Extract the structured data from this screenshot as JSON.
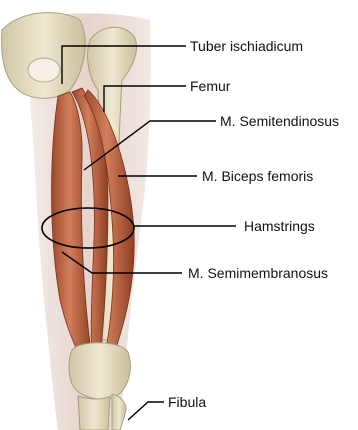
{
  "labels": {
    "tuber_ischiadicum": "Tuber ischiadicum",
    "femur": "Femur",
    "semitendinosus": "M. Semitendinosus",
    "biceps_femoris": "M. Biceps femoris",
    "hamstrings": "Hamstrings",
    "semimembranosus": "M. Semimembranosus",
    "fibula": "Fibula"
  },
  "colors": {
    "skin": "#e8d6cf",
    "bone": "#e9e2c8",
    "muscle": "#c06a48",
    "muscle_dark": "#8f3f26",
    "leader_line": "#000000"
  }
}
